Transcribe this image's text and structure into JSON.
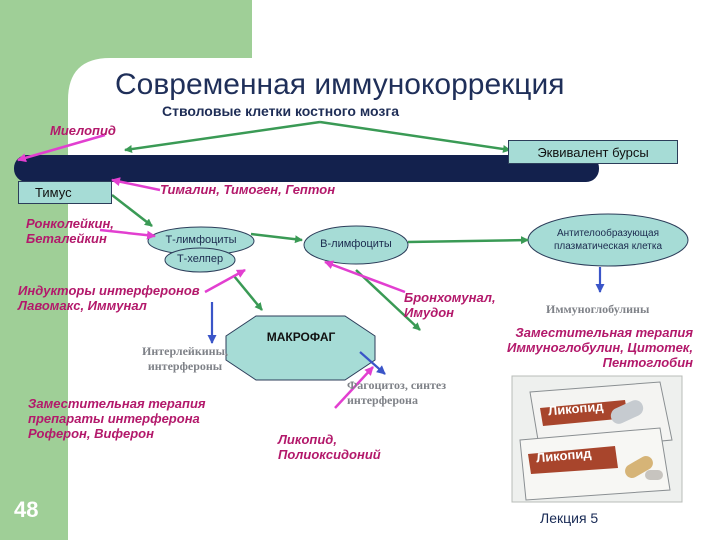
{
  "slide": {
    "title": "Современная иммунокоррекция",
    "page_number": "48",
    "footer": "Лекция 5"
  },
  "nodes": {
    "stem_cells": "Стволовые клетки костного мозга",
    "mielopid": "Миелопид",
    "bursa": "Эквивалент бурсы",
    "thymus": "Тимус",
    "thymus_drugs": "Тималин, Тимоген, Гептон",
    "roncoleukin": "Ронколейкин,\nБеталейкин",
    "t_lymph": "Т-лимфоциты",
    "t_helper": "Т-хелпер",
    "b_lymph": "В-лимфоциты",
    "plasma_cell": "Антителообразующая\nплазматическая клетка",
    "inducers": "Индукторы интерферонов\nЛавомакс, Иммунал",
    "bronchomunal": "Бронхомунал,\nИмудон",
    "immunoglobulins": "Иммуноглобулины",
    "macrophage": "МАКРОФАГ",
    "ig_therapy": "Заместительная терапия\nИммуноглобулин, Цитотек,\nПентоглобин",
    "interleukins": "Интерлейкины,\nинтерфероны",
    "phagocytosis": "Фагоцитоз, синтез\nинтерферона",
    "ifn_therapy": "Заместительная терапия\nпрепараты интерферона\nРоферон, Виферон",
    "likopid": "Ликопид,\nПолиоксидоний",
    "product_box_top": "Ликопид",
    "product_box_bottom": "Ликопид"
  },
  "colors": {
    "green_deco": "#9fcf97",
    "navy": "#13214d",
    "box_fill": "#a6dcd6",
    "green_arrow": "#3a9a55",
    "magenta_arrow": "#e23fd0",
    "blue_arrow": "#3a55c8",
    "red_text": "#b3196b"
  }
}
